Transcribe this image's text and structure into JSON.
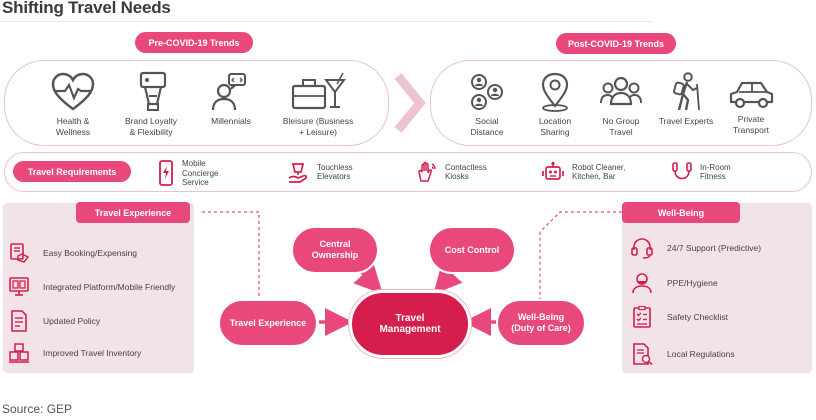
{
  "title": "Shifting Travel Needs",
  "pre_covid": {
    "label": "Pre-COVID-19 Trends",
    "items": [
      {
        "icon": "heart-pulse-icon",
        "label": [
          "Health &",
          "Wellness"
        ]
      },
      {
        "icon": "tag-icon",
        "label": [
          "Brand Loyalty",
          "& Flexibility"
        ]
      },
      {
        "icon": "millennial-person-icon",
        "label": [
          "Millennials"
        ]
      },
      {
        "icon": "briefcase-cocktail-icon",
        "label": [
          "Bleisure (Business",
          "+ Leisure)"
        ]
      }
    ]
  },
  "post_covid": {
    "label": "Post-COVID-19 Trends",
    "items": [
      {
        "icon": "social-distance-icon",
        "label": [
          "Social",
          "Distance"
        ]
      },
      {
        "icon": "location-pin-icon",
        "label": [
          "Location",
          "Sharing"
        ]
      },
      {
        "icon": "group-icon",
        "label": [
          "No Group",
          "Travel"
        ]
      },
      {
        "icon": "hiker-icon",
        "label": [
          "Travel Experts"
        ]
      },
      {
        "icon": "car-icon",
        "label": [
          "Private",
          "Transport"
        ]
      }
    ]
  },
  "requirements": {
    "label": "Travel Requirements",
    "items": [
      {
        "icon": "mobile-phone-icon",
        "label": [
          "Mobile",
          "Concierge",
          "Service"
        ]
      },
      {
        "icon": "touchless-hand-icon",
        "label": [
          "Touchless",
          "Elevators"
        ]
      },
      {
        "icon": "contactless-hand-icon",
        "label": [
          "Contactless",
          "Kiosks"
        ]
      },
      {
        "icon": "robot-icon",
        "label": [
          "Robot Cleaner,",
          "Kitchen, Bar"
        ]
      },
      {
        "icon": "fitness-rope-icon",
        "label": [
          "In-Room",
          "Fitness"
        ]
      }
    ]
  },
  "experience": {
    "label": "Travel Experience",
    "items": [
      {
        "icon": "booking-icon",
        "label": "Easy Booking/Expensing"
      },
      {
        "icon": "integrated-platform-icon",
        "label": "Integrated Platform/Mobile Friendly"
      },
      {
        "icon": "policy-document-icon",
        "label": "Updated Policy"
      },
      {
        "icon": "inventory-boxes-icon",
        "label": "Improved Travel Inventory"
      }
    ]
  },
  "wellbeing": {
    "label": "Well-Being",
    "items": [
      {
        "icon": "headset-icon",
        "label": "24/7 Support (Predictive)"
      },
      {
        "icon": "ppe-mask-icon",
        "label": "PPE/Hygiene"
      },
      {
        "icon": "checklist-icon",
        "label": "Safety Checklist"
      },
      {
        "icon": "regulations-document-icon",
        "label": "Local Regulations"
      }
    ]
  },
  "center": {
    "central_ownership": [
      "Central",
      "Ownership"
    ],
    "cost_control": "Cost Control",
    "travel_experience": "Travel Experience",
    "travel_management": [
      "Travel",
      "Management"
    ],
    "wellbeing_duty": [
      "Well-Being",
      "(Duty of Care)"
    ]
  },
  "source": "Source: GEP",
  "colors": {
    "accent": "#e8487a",
    "accent_dark": "#d61e4c",
    "panel": "#f1e3e7",
    "icon": "#555555"
  }
}
